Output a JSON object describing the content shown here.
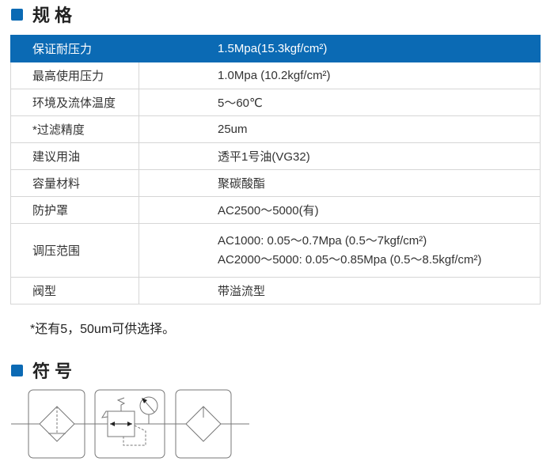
{
  "spec_title": "规格",
  "rows": [
    {
      "label": "保证耐压力",
      "value": "1.5Mpa(15.3kgf/cm²)"
    },
    {
      "label": "最高使用压力",
      "value": "1.0Mpa (10.2kgf/cm²)"
    },
    {
      "label": "环境及流体温度",
      "value": "5～60℃"
    },
    {
      "label": "*过滤精度",
      "value": "25um"
    },
    {
      "label": "建议用油",
      "value": "透平1号油(VG32)"
    },
    {
      "label": "容量材料",
      "value": "聚碳酸酯"
    },
    {
      "label": "防护罩",
      "value": "AC2500～5000(有)"
    },
    {
      "label": "调压范围",
      "value": "AC1000:  0.05～0.7Mpa (0.5～7kgf/cm²)",
      "value2": "AC2000～5000:  0.05～0.85Mpa (0.5～8.5kgf/cm²)"
    },
    {
      "label": "阀型",
      "value": "带溢流型"
    }
  ],
  "note": "*还有5，50um可供选择。",
  "symbol_title": "符号",
  "accent": "#0b6ab4"
}
